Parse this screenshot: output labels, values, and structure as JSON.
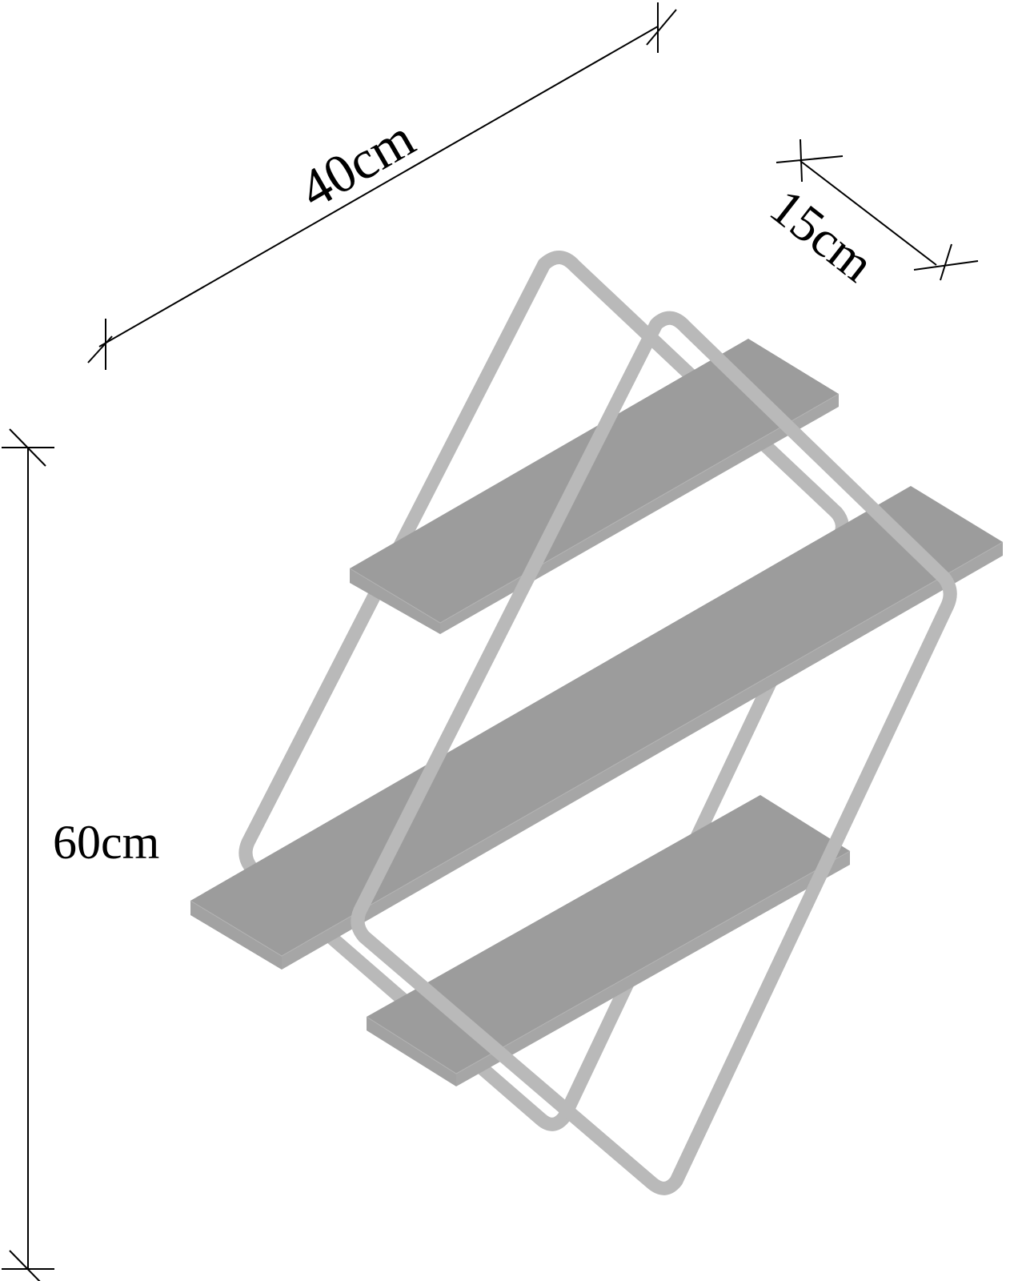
{
  "figure": {
    "subject": "Three-tier wall shelf with two rotated rectangular metal frames",
    "colors": {
      "background": "#ffffff",
      "dimension_lines": "#000000",
      "frame_rod": "#b9b9b9",
      "shelf_top": "#9c9c9c",
      "shelf_front": "#a3a3a3",
      "shelf_edge_highlight": "#b6b6b6"
    }
  },
  "dimensions": {
    "width": {
      "label": "40cm",
      "value": 40,
      "unit": "cm"
    },
    "depth": {
      "label": "15cm",
      "value": 15,
      "unit": "cm"
    },
    "height": {
      "label": "60cm",
      "value": 60,
      "unit": "cm"
    }
  },
  "shelves": [
    {
      "name": "top-shelf"
    },
    {
      "name": "middle-shelf"
    },
    {
      "name": "bottom-shelf"
    }
  ],
  "frames": [
    {
      "name": "back-frame"
    },
    {
      "name": "front-frame"
    }
  ]
}
